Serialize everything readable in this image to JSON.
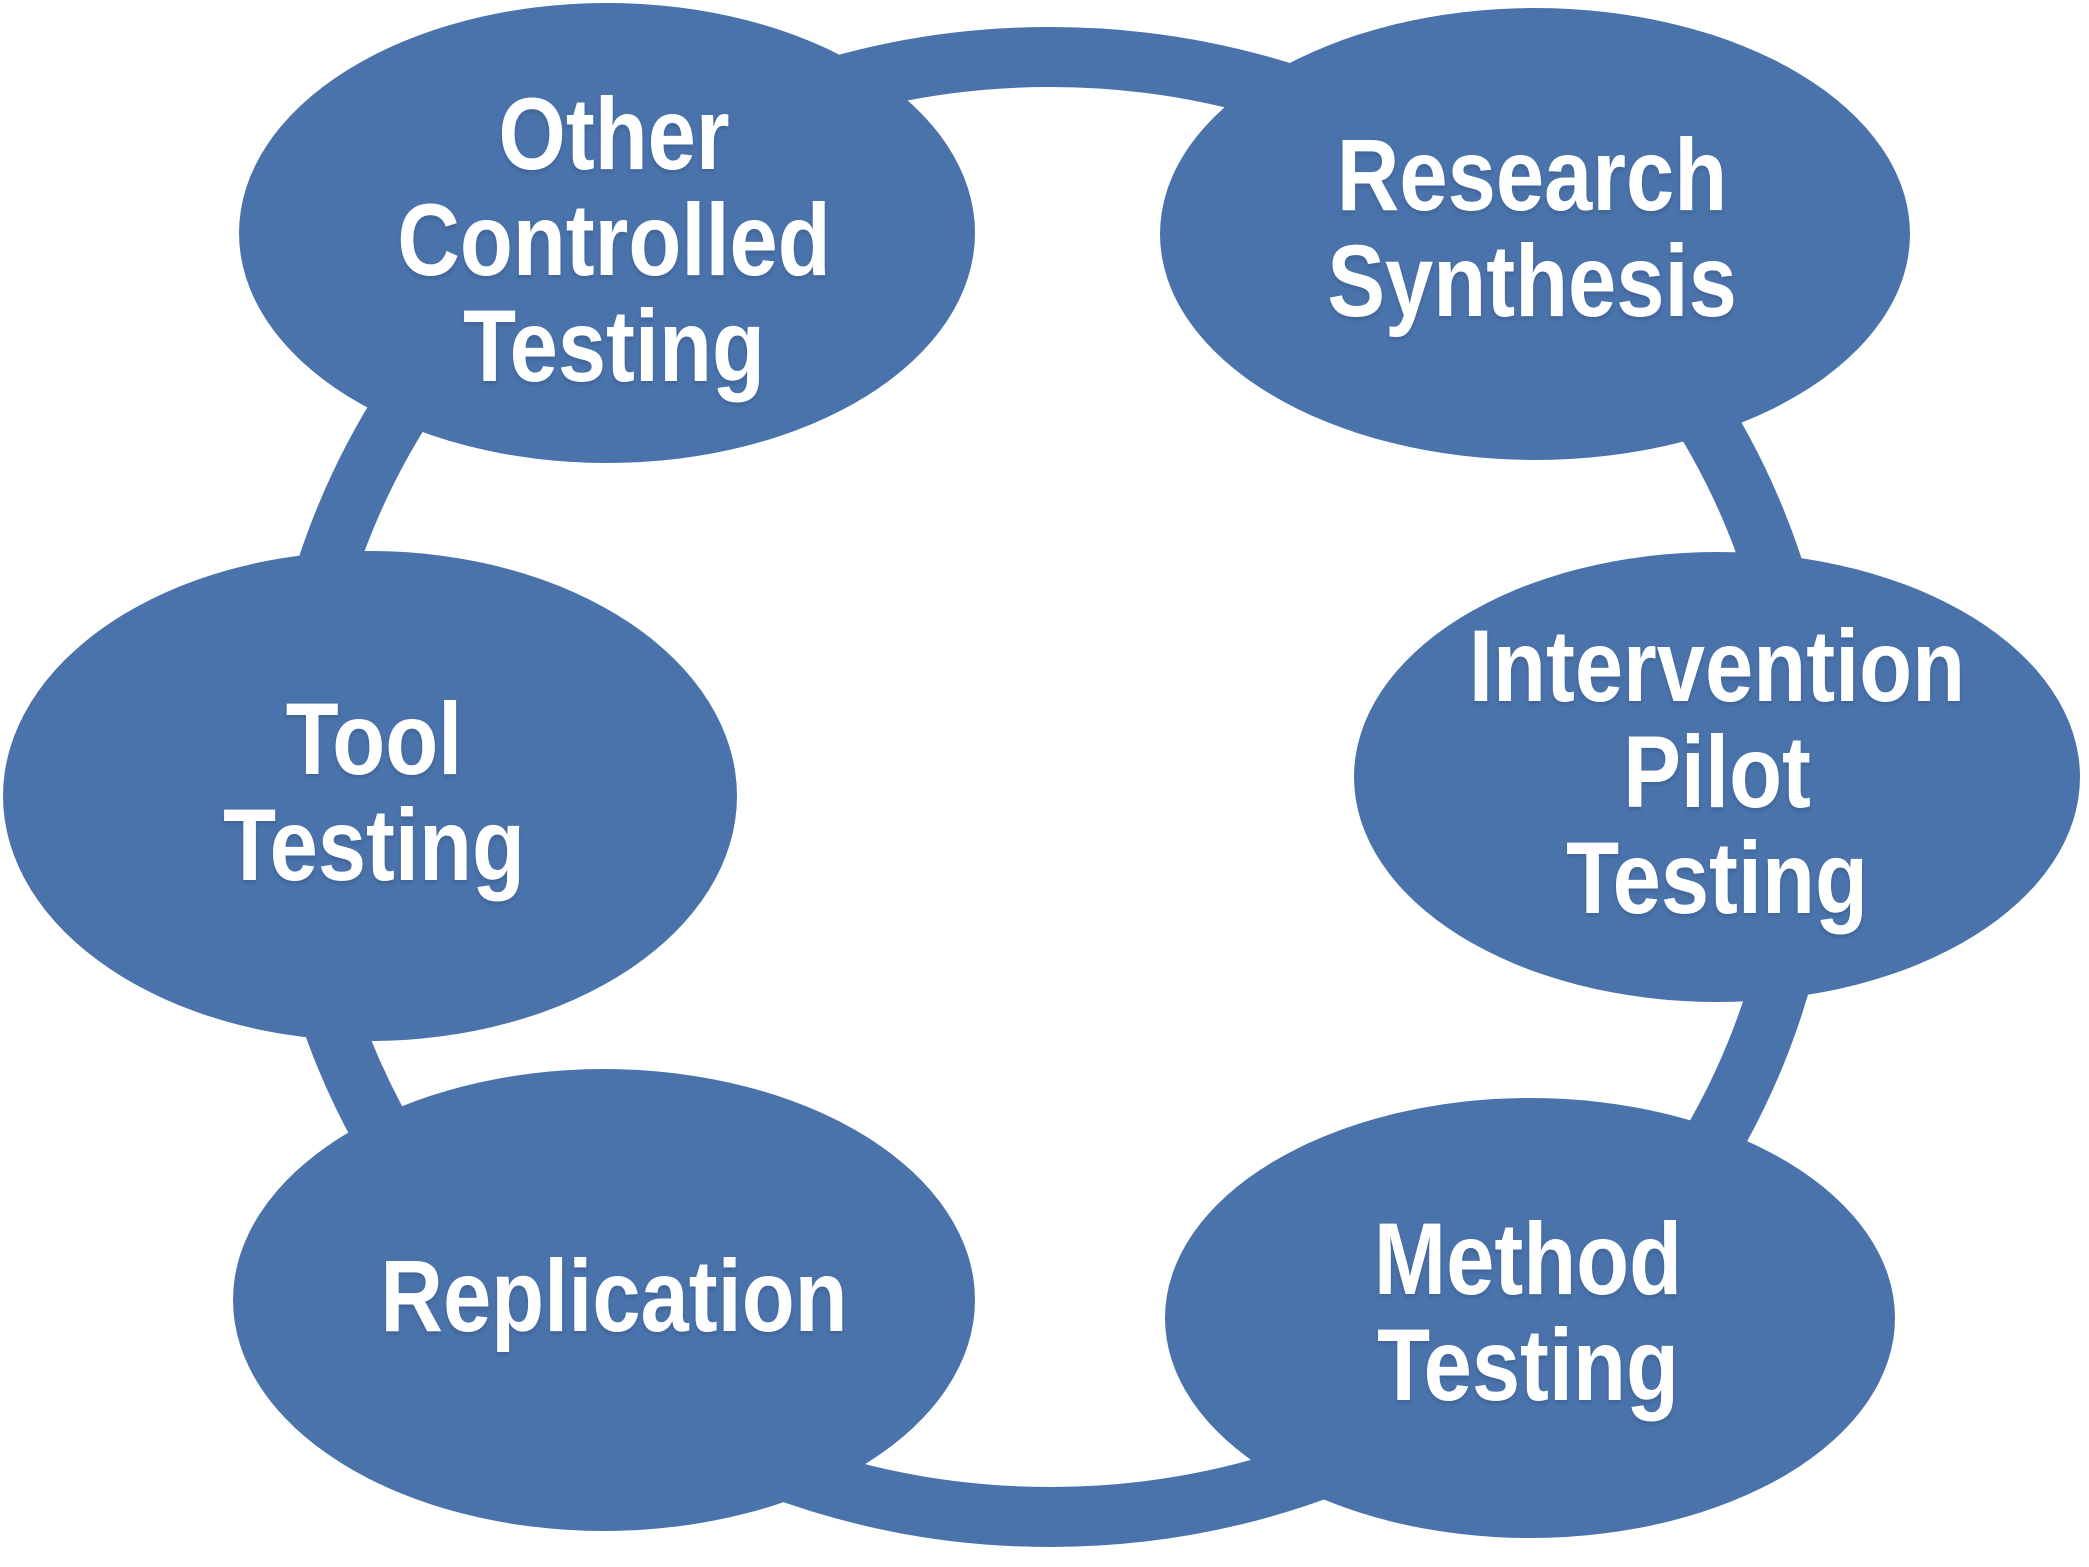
{
  "figure": {
    "type": "cycle-diagram",
    "description": "Six blue ellipses arranged in a ring, joined by a thick circular connector",
    "colors": {
      "node_fill": "#4a73ab",
      "connector": "#4a73ab",
      "label_text": "#ffffff",
      "background": "#ffffff"
    },
    "nodes": [
      {
        "id": "other-controlled-testing",
        "label": "Other\nControlled\nTesting"
      },
      {
        "id": "research-synthesis",
        "label": "Research\nSynthesis"
      },
      {
        "id": "intervention-pilot-testing",
        "label": "Intervention\nPilot Testing"
      },
      {
        "id": "method-testing",
        "label": "Method\nTesting"
      },
      {
        "id": "replication",
        "label": "Replication"
      },
      {
        "id": "tool-testing",
        "label": "Tool\nTesting"
      }
    ],
    "connections": [
      {
        "from": "other-controlled-testing",
        "to": "research-synthesis"
      },
      {
        "from": "research-synthesis",
        "to": "intervention-pilot-testing"
      },
      {
        "from": "intervention-pilot-testing",
        "to": "method-testing"
      },
      {
        "from": "method-testing",
        "to": "replication"
      },
      {
        "from": "replication",
        "to": "tool-testing"
      },
      {
        "from": "tool-testing",
        "to": "other-controlled-testing"
      }
    ]
  }
}
